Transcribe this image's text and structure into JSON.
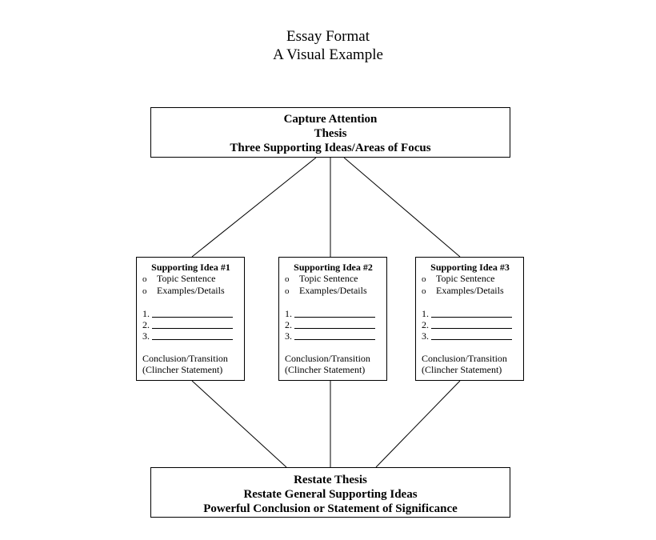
{
  "title": {
    "line1": "Essay Format",
    "line2": "A Visual Example"
  },
  "intro_box": {
    "lines": [
      "Capture Attention",
      "Thesis",
      "Three Supporting Ideas/Areas of Focus"
    ]
  },
  "supporting_ideas": [
    {
      "heading": "Supporting Idea #1",
      "bullets": [
        "Topic Sentence",
        "Examples/Details"
      ],
      "bullet_marker": "o",
      "numbers": [
        "1.",
        "2.",
        "3."
      ],
      "conclusion": [
        "Conclusion/Transition",
        "(Clincher Statement)"
      ]
    },
    {
      "heading": "Supporting Idea #2",
      "bullets": [
        "Topic Sentence",
        "Examples/Details"
      ],
      "bullet_marker": "o",
      "numbers": [
        "1.",
        "2.",
        "3."
      ],
      "conclusion": [
        "Conclusion/Transition",
        "(Clincher Statement)"
      ]
    },
    {
      "heading": "Supporting Idea #3",
      "bullets": [
        "Topic Sentence",
        "Examples/Details"
      ],
      "bullet_marker": "o",
      "numbers": [
        "1.",
        "2.",
        "3."
      ],
      "conclusion": [
        "Conclusion/Transition",
        "(Clincher Statement)"
      ]
    }
  ],
  "conclusion_box": {
    "lines": [
      "Restate Thesis",
      "Restate General Supporting Ideas",
      "Powerful Conclusion or Statement of Significance"
    ]
  },
  "colors": {
    "line": "#000000",
    "background": "#ffffff"
  }
}
